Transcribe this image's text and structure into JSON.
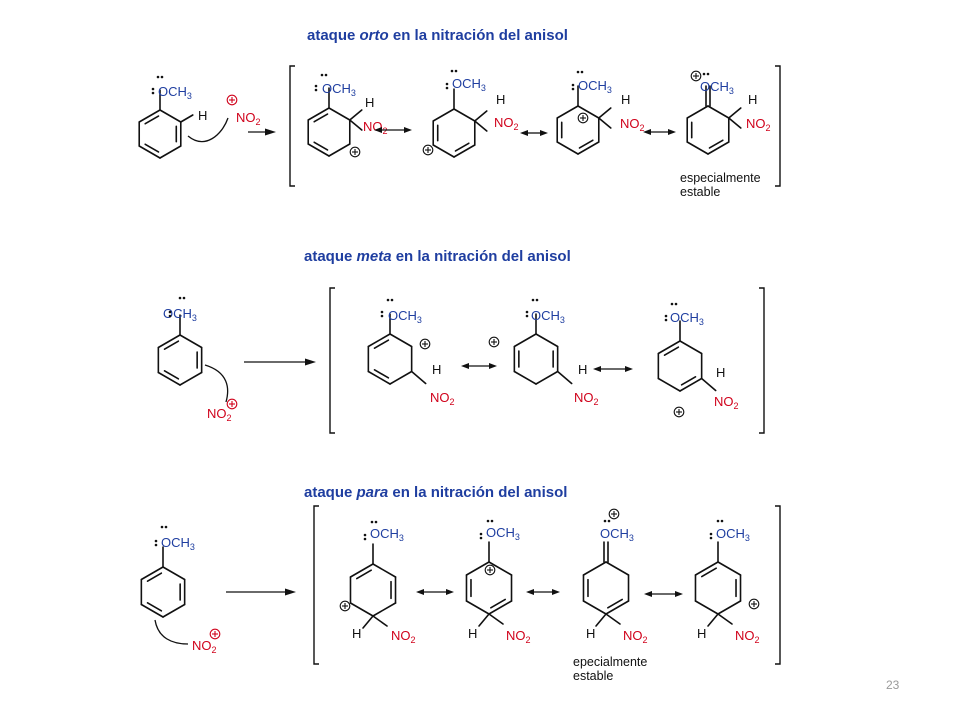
{
  "titles": {
    "orto": {
      "pre": "ataque ",
      "mode": "orto",
      "post": " en la nitración del anisol"
    },
    "meta": {
      "pre": "ataque ",
      "mode": "meta",
      "post": " en la nitración del anisol"
    },
    "para": {
      "pre": "ataque ",
      "mode": "para",
      "post": " en la nitración del anisol"
    }
  },
  "labels": {
    "methoxy": {
      "main": "OCH",
      "sub": "3"
    },
    "nitro": {
      "main": "NO",
      "sub": "2"
    },
    "hydrogen": "H"
  },
  "notes": {
    "orto_stable": [
      "especialmente",
      "estable"
    ],
    "para_stable": [
      "epecialmente",
      "estable"
    ]
  },
  "page_number": "23",
  "colors": {
    "title": "#1f3ea0",
    "methoxy": "#1f3ea0",
    "nitro": "#d0021b",
    "bonds": "#111111",
    "page_number": "#9a9a9a"
  }
}
